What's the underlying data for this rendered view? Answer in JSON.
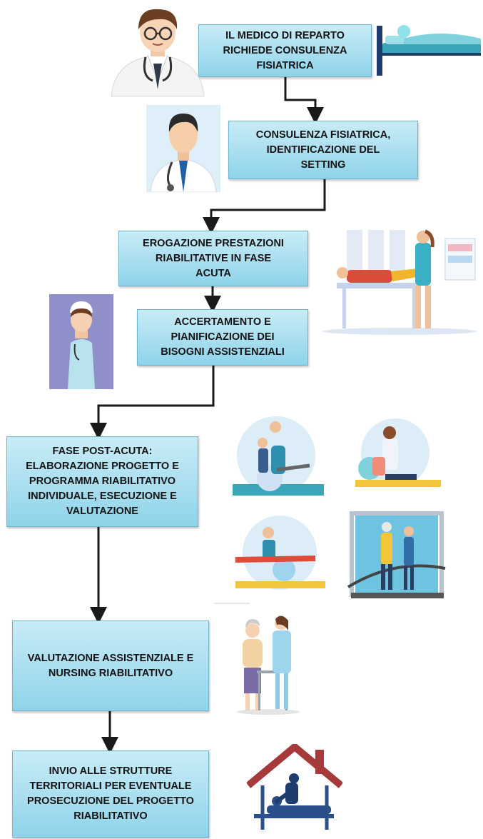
{
  "steps": [
    {
      "text": "IL MEDICO DI REPARTO\nRICHIEDE CONSULENZA\nFISIATRICA"
    },
    {
      "text": "CONSULENZA FISIATRICA,\n IDENTIFICAZIONE DEL\nSETTING"
    },
    {
      "text": "EROGAZIONE PRESTAZIONI\nRIABILITATIVE IN FASE\nACUTA"
    },
    {
      "text": "ACCERTAMENTO E\nPIANIFICAZIONE DEI\nBISOGNI ASSISTENZIALI"
    },
    {
      "text": "FASE POST-ACUTA:\nELABORAZIONE PROGETTO E\nPROGRAMMA RIABILITATIVO\nINDIVIDUALE, ESECUZIONE E\nVALUTAZIONE"
    },
    {
      "text": "VALUTAZIONE ASSISTENZIALE E\nNURSING RIABILITATIVO"
    },
    {
      "text": "INVIO ALLE STRUTTURE\nTERRITORIALI PER EVENTUALE\nPROSECUZIONE DEL PROGETTO\nRIABILITATIVO"
    }
  ],
  "colors": {
    "box": "#a9dff0",
    "arrow": "#1a1a1a",
    "teal": "#3aa6b9",
    "navy": "#1f3c6e",
    "roof": "#a63a3a"
  },
  "illustrations": [
    "doctor-icon",
    "hospital-bed-icon",
    "physician-stethoscope-icon",
    "physiotherapy-table-icon",
    "nurse-icon",
    "rehab-exercise-icons",
    "treadmill-icon",
    "walker-assist-icon",
    "home-care-icon"
  ]
}
